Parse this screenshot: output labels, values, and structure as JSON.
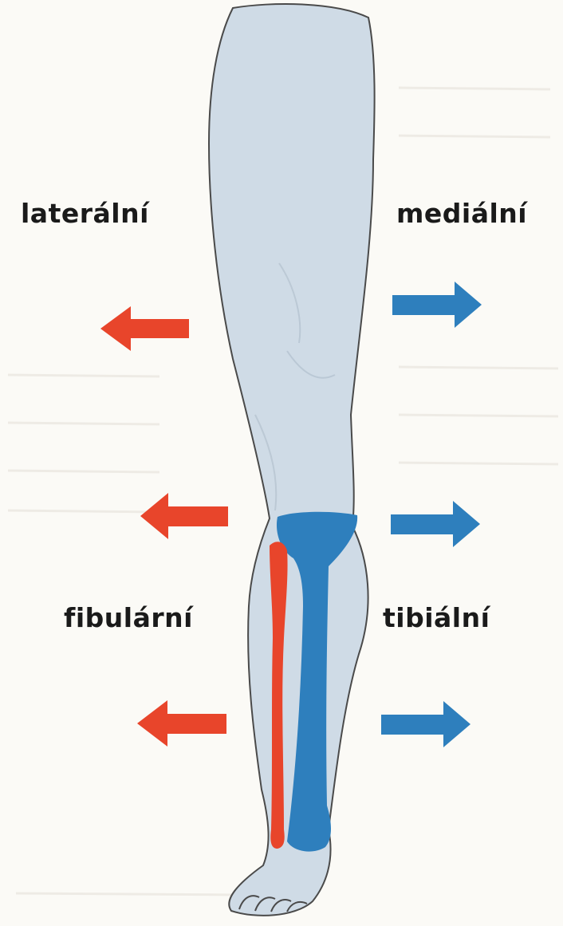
{
  "labels": {
    "lateral": "laterální",
    "medial": "mediální",
    "fibular": "fibulární",
    "tibial": "tibiální"
  },
  "colors": {
    "red_accent": "#e8452b",
    "blue_accent": "#2e7fbd",
    "leg_fill": "#cfdbe6",
    "background": "#fbfaf6"
  },
  "icons": {
    "left_arrows": "arrow-left-icon",
    "right_arrows": "arrow-right-icon"
  }
}
